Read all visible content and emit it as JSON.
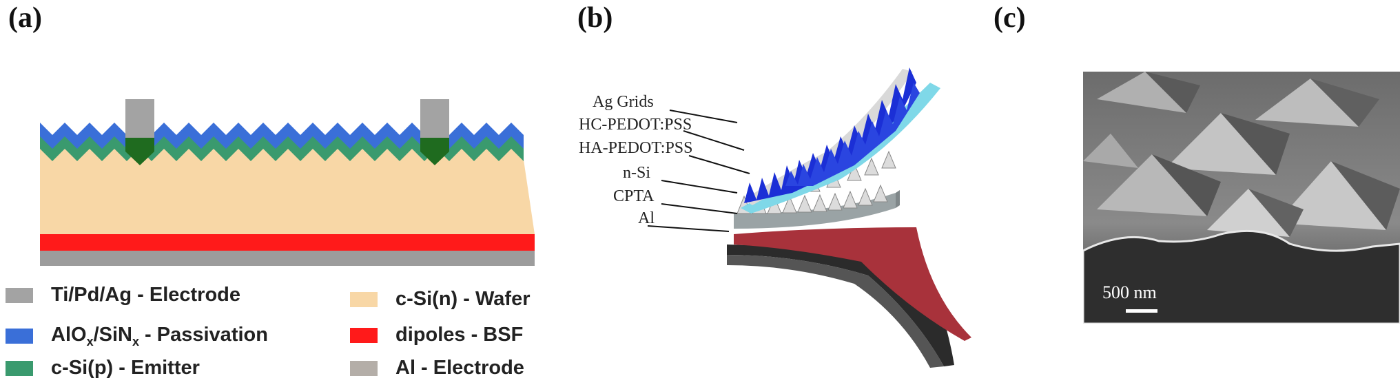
{
  "panels": {
    "a": {
      "label": "(a)"
    },
    "b": {
      "label": "(b)"
    },
    "c": {
      "label": "(c)"
    }
  },
  "legend": [
    {
      "text": "Ti/Pd/Ag - Electrode",
      "color": "#a3a3a3"
    },
    {
      "text_main": "AlO",
      "sub1": "x",
      "text_mid": "/SiN",
      "sub2": "x",
      "text_end": " - Passivation",
      "color": "#3a6fd8"
    },
    {
      "text": "c-Si(p) - Emitter",
      "color": "#3a9a6e"
    },
    {
      "text": "c-Si(n) - Wafer",
      "color": "#f8d7a6"
    },
    {
      "text": "dipoles - BSF",
      "color": "#ff1a1a"
    },
    {
      "text": "Al - Electrode",
      "color": "#b4aea8"
    }
  ],
  "device_labels": [
    "Ag Grids",
    "HC-PEDOT:PSS",
    "HA-PEDOT:PSS",
    "n-Si",
    "CPTA",
    "Al"
  ],
  "sem": {
    "scalebar_label": "500 nm"
  },
  "colors": {
    "wafer": "#f8d7a6",
    "emitter": "#3a9a6e",
    "passivation": "#3a6fd8",
    "electrode": "#a3a3a3",
    "electrode_contact": "#1f6b1f",
    "bsf": "#ff1a1a",
    "al_electrode": "#9c9c9c",
    "ag_grid": "#1b2fd6",
    "pedot": "#7fd8e8",
    "nsi": "#9aa3a5",
    "cpta": "#a8323b",
    "al_layer": "#2b2b2b"
  }
}
